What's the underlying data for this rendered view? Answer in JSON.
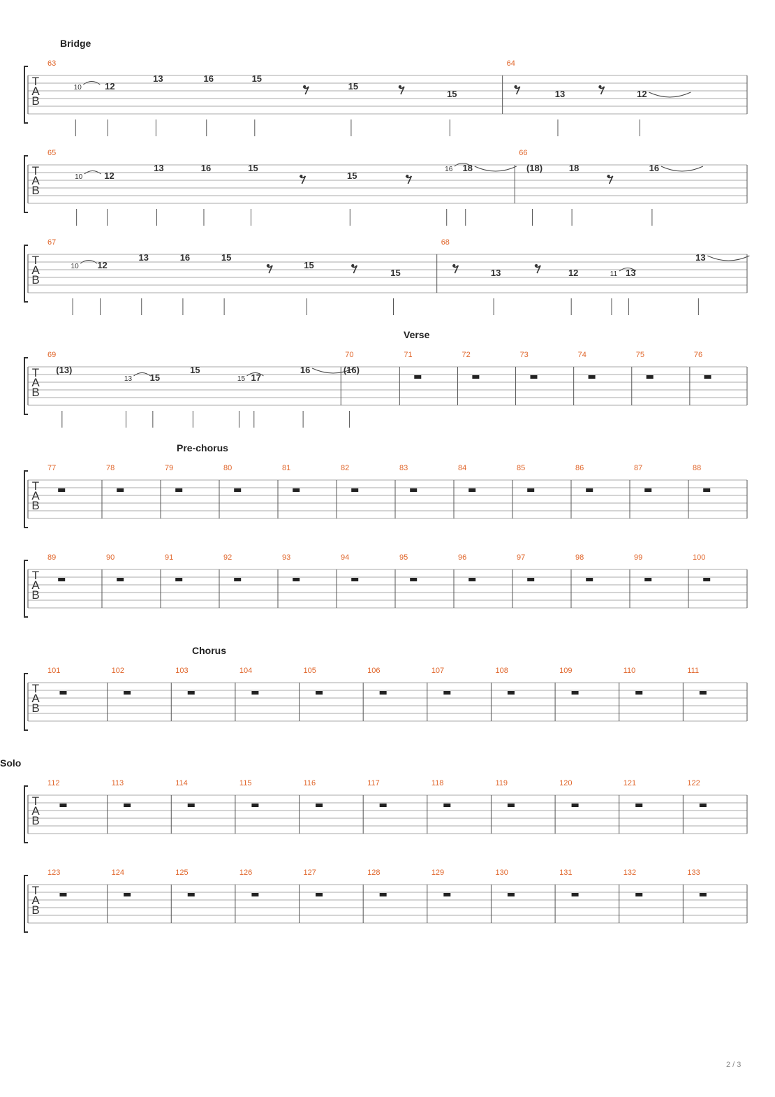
{
  "page": {
    "number": "2 / 3"
  },
  "colors": {
    "measure_number": "#e0652a",
    "ink": "#333333",
    "staff_line": "#aaaaaa"
  },
  "tab_clef": [
    "T",
    "A",
    "B"
  ],
  "systems": [
    {
      "section": "Bridge",
      "measures": [
        {
          "number": "63",
          "events": [
            {
              "fret": "10",
              "string": 1,
              "grace": true,
              "slide_to_next": true
            },
            {
              "fret": "12",
              "string": 1
            },
            {
              "fret": "13",
              "string": 0
            },
            {
              "fret": "16",
              "string": 0
            },
            {
              "fret": "15",
              "string": 0
            },
            {
              "rest": "eighth"
            },
            {
              "fret": "15",
              "string": 1
            },
            {
              "rest": "eighth"
            },
            {
              "fret": "15",
              "string": 2
            }
          ]
        },
        {
          "number": "64",
          "events": [
            {
              "rest": "eighth"
            },
            {
              "fret": "13",
              "string": 2
            },
            {
              "rest": "eighth"
            },
            {
              "fret": "12",
              "string": 2,
              "tie": true
            }
          ]
        }
      ]
    },
    {
      "section": "",
      "measures": [
        {
          "number": "65",
          "events": [
            {
              "fret": "10",
              "string": 1,
              "grace": true,
              "slide_to_next": true
            },
            {
              "fret": "12",
              "string": 1
            },
            {
              "fret": "13",
              "string": 0
            },
            {
              "fret": "16",
              "string": 0
            },
            {
              "fret": "15",
              "string": 0
            },
            {
              "rest": "eighth"
            },
            {
              "fret": "15",
              "string": 1
            },
            {
              "rest": "eighth"
            },
            {
              "fret": "16",
              "string": 0,
              "grace": true,
              "slide_to_next": true
            },
            {
              "fret": "18",
              "string": 0,
              "tie": true
            }
          ]
        },
        {
          "number": "66",
          "events": [
            {
              "fret": "(18)",
              "string": 0
            },
            {
              "fret": "18",
              "string": 0
            },
            {
              "rest": "eighth"
            },
            {
              "fret": "16",
              "string": 0,
              "tie": true
            }
          ]
        }
      ]
    },
    {
      "section": "",
      "measures": [
        {
          "number": "67",
          "events": [
            {
              "fret": "10",
              "string": 1,
              "grace": true,
              "slide_to_next": true
            },
            {
              "fret": "12",
              "string": 1
            },
            {
              "fret": "13",
              "string": 0
            },
            {
              "fret": "16",
              "string": 0
            },
            {
              "fret": "15",
              "string": 0
            },
            {
              "rest": "eighth"
            },
            {
              "fret": "15",
              "string": 1
            },
            {
              "rest": "eighth"
            },
            {
              "fret": "15",
              "string": 2
            }
          ]
        },
        {
          "number": "68",
          "events": [
            {
              "rest": "eighth"
            },
            {
              "fret": "13",
              "string": 2
            },
            {
              "rest": "eighth"
            },
            {
              "fret": "12",
              "string": 2
            },
            {
              "fret": "11",
              "string": 2,
              "grace": true,
              "hammer_to_next": true
            },
            {
              "fret": "13",
              "string": 2
            },
            {
              "fret": "13",
              "string": 0,
              "tie": true
            }
          ]
        }
      ]
    },
    {
      "section": "Verse",
      "measures": [
        {
          "number": "69",
          "events": [
            {
              "fret": "(13)",
              "string": 0
            },
            {
              "fret": "13",
              "string": 1,
              "grace": true,
              "hammer_to_next": true
            },
            {
              "fret": "15",
              "string": 1
            },
            {
              "fret": "15",
              "string": 0
            },
            {
              "fret": "15",
              "string": 1,
              "grace": true,
              "hammer_to_next": true
            },
            {
              "fret": "17",
              "string": 1
            },
            {
              "fret": "16",
              "string": 0,
              "tie": true
            }
          ]
        },
        {
          "number": "70",
          "events": [
            {
              "fret": "(16)",
              "string": 0
            }
          ]
        },
        {
          "number": "71",
          "events": [
            {
              "rest": "whole"
            }
          ]
        },
        {
          "number": "72",
          "events": [
            {
              "rest": "whole"
            }
          ]
        },
        {
          "number": "73",
          "events": [
            {
              "rest": "whole"
            }
          ]
        },
        {
          "number": "74",
          "events": [
            {
              "rest": "whole"
            }
          ]
        },
        {
          "number": "75",
          "events": [
            {
              "rest": "whole"
            }
          ]
        },
        {
          "number": "76",
          "events": [
            {
              "rest": "whole"
            }
          ]
        }
      ]
    },
    {
      "section": "Pre-chorus",
      "measures": [
        {
          "number": "77",
          "events": [
            {
              "rest": "whole"
            }
          ]
        },
        {
          "number": "78",
          "events": [
            {
              "rest": "whole"
            }
          ]
        },
        {
          "number": "79",
          "events": [
            {
              "rest": "whole"
            }
          ]
        },
        {
          "number": "80",
          "events": [
            {
              "rest": "whole"
            }
          ]
        },
        {
          "number": "81",
          "events": [
            {
              "rest": "whole"
            }
          ]
        },
        {
          "number": "82",
          "events": [
            {
              "rest": "whole"
            }
          ]
        },
        {
          "number": "83",
          "events": [
            {
              "rest": "whole"
            }
          ]
        },
        {
          "number": "84",
          "events": [
            {
              "rest": "whole"
            }
          ]
        },
        {
          "number": "85",
          "events": [
            {
              "rest": "whole"
            }
          ]
        },
        {
          "number": "86",
          "events": [
            {
              "rest": "whole"
            }
          ]
        },
        {
          "number": "87",
          "events": [
            {
              "rest": "whole"
            }
          ]
        },
        {
          "number": "88",
          "events": [
            {
              "rest": "whole"
            }
          ]
        }
      ]
    },
    {
      "section": "",
      "measures": [
        {
          "number": "89",
          "events": [
            {
              "rest": "whole"
            }
          ]
        },
        {
          "number": "90",
          "events": [
            {
              "rest": "whole"
            }
          ]
        },
        {
          "number": "91",
          "events": [
            {
              "rest": "whole"
            }
          ]
        },
        {
          "number": "92",
          "events": [
            {
              "rest": "whole"
            }
          ]
        },
        {
          "number": "93",
          "events": [
            {
              "rest": "whole"
            }
          ]
        },
        {
          "number": "94",
          "events": [
            {
              "rest": "whole"
            }
          ]
        },
        {
          "number": "95",
          "events": [
            {
              "rest": "whole"
            }
          ]
        },
        {
          "number": "96",
          "events": [
            {
              "rest": "whole"
            }
          ]
        },
        {
          "number": "97",
          "events": [
            {
              "rest": "whole"
            }
          ]
        },
        {
          "number": "98",
          "events": [
            {
              "rest": "whole"
            }
          ]
        },
        {
          "number": "99",
          "events": [
            {
              "rest": "whole"
            }
          ]
        },
        {
          "number": "100",
          "events": [
            {
              "rest": "whole"
            }
          ]
        }
      ]
    },
    {
      "section": "Chorus",
      "measures": [
        {
          "number": "101",
          "events": [
            {
              "rest": "whole"
            }
          ]
        },
        {
          "number": "102",
          "events": [
            {
              "rest": "whole"
            }
          ]
        },
        {
          "number": "103",
          "events": [
            {
              "rest": "whole"
            }
          ]
        },
        {
          "number": "104",
          "events": [
            {
              "rest": "whole"
            }
          ]
        },
        {
          "number": "105",
          "events": [
            {
              "rest": "whole"
            }
          ]
        },
        {
          "number": "106",
          "events": [
            {
              "rest": "whole"
            }
          ]
        },
        {
          "number": "107",
          "events": [
            {
              "rest": "whole"
            }
          ]
        },
        {
          "number": "108",
          "events": [
            {
              "rest": "whole"
            }
          ]
        },
        {
          "number": "109",
          "events": [
            {
              "rest": "whole"
            }
          ]
        },
        {
          "number": "110",
          "events": [
            {
              "rest": "whole"
            }
          ]
        },
        {
          "number": "111",
          "events": [
            {
              "rest": "whole"
            }
          ]
        }
      ]
    },
    {
      "section": "Solo",
      "measures": [
        {
          "number": "112",
          "events": [
            {
              "rest": "whole"
            }
          ]
        },
        {
          "number": "113",
          "events": [
            {
              "rest": "whole"
            }
          ]
        },
        {
          "number": "114",
          "events": [
            {
              "rest": "whole"
            }
          ]
        },
        {
          "number": "115",
          "events": [
            {
              "rest": "whole"
            }
          ]
        },
        {
          "number": "116",
          "events": [
            {
              "rest": "whole"
            }
          ]
        },
        {
          "number": "117",
          "events": [
            {
              "rest": "whole"
            }
          ]
        },
        {
          "number": "118",
          "events": [
            {
              "rest": "whole"
            }
          ]
        },
        {
          "number": "119",
          "events": [
            {
              "rest": "whole"
            }
          ]
        },
        {
          "number": "120",
          "events": [
            {
              "rest": "whole"
            }
          ]
        },
        {
          "number": "121",
          "events": [
            {
              "rest": "whole"
            }
          ]
        },
        {
          "number": "122",
          "events": [
            {
              "rest": "whole"
            }
          ]
        }
      ]
    },
    {
      "section": "",
      "measures": [
        {
          "number": "123",
          "events": [
            {
              "rest": "whole"
            }
          ]
        },
        {
          "number": "124",
          "events": [
            {
              "rest": "whole"
            }
          ]
        },
        {
          "number": "125",
          "events": [
            {
              "rest": "whole"
            }
          ]
        },
        {
          "number": "126",
          "events": [
            {
              "rest": "whole"
            }
          ]
        },
        {
          "number": "127",
          "events": [
            {
              "rest": "whole"
            }
          ]
        },
        {
          "number": "128",
          "events": [
            {
              "rest": "whole"
            }
          ]
        },
        {
          "number": "129",
          "events": [
            {
              "rest": "whole"
            }
          ]
        },
        {
          "number": "130",
          "events": [
            {
              "rest": "whole"
            }
          ]
        },
        {
          "number": "131",
          "events": [
            {
              "rest": "whole"
            }
          ]
        },
        {
          "number": "132",
          "events": [
            {
              "rest": "whole"
            }
          ]
        },
        {
          "number": "133",
          "events": [
            {
              "rest": "whole"
            }
          ]
        }
      ]
    }
  ]
}
